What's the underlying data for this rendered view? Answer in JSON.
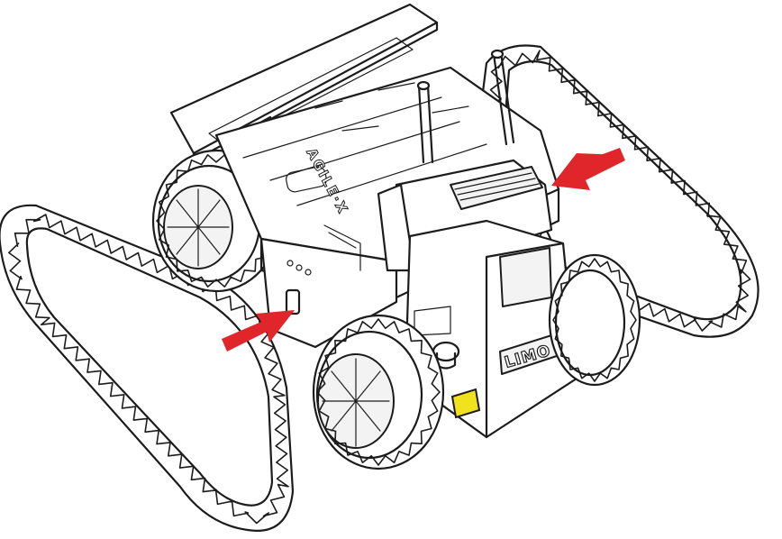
{
  "diagram": {
    "subject": "tracked-robot",
    "labels": {
      "front_logo": "LIMO",
      "deck_brand": "AGILE·X"
    },
    "colors": {
      "line": "#1c1c1c",
      "arrow": "#e0262a",
      "indicator": "#f0e21d",
      "background": "#ffffff"
    },
    "callouts": [
      {
        "name": "right-arrow",
        "points_to": "depth-camera"
      },
      {
        "name": "left-arrow",
        "points_to": "side-button"
      }
    ]
  }
}
